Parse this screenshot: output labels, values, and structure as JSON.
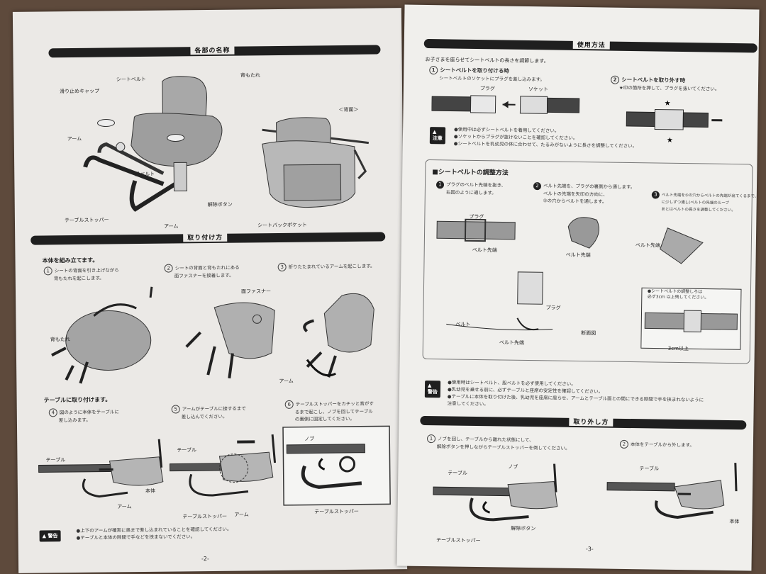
{
  "left": {
    "sections": {
      "parts": "各部の名称",
      "install": "取り付け方"
    },
    "parts_labels": {
      "slip_cap": "滑り止めキャップ",
      "seat_belt": "シートベルト",
      "backrest": "背もたれ",
      "back_view": "＜背面＞",
      "arm1": "アーム",
      "crotch_belt": "股ベルト",
      "release_button": "解除ボタン",
      "table_stopper": "テーブルストッパー",
      "arm2": "アーム",
      "seat_back_pocket": "シートバックポケット"
    },
    "assemble_title": "本体を組み立てます。",
    "steps": [
      {
        "num": "1",
        "text1": "シートの背面を引き上げながら",
        "text2": "背もたれを起こします。"
      },
      {
        "num": "2",
        "text1": "シートの背面と背もたれにある",
        "text2": "面ファスナーを接着します。"
      },
      {
        "num": "3",
        "text1": "折りたたまれているアームを起こします。",
        "text2": ""
      }
    ],
    "assemble_labels": {
      "backrest": "背もたれ",
      "fastener": "面ファスナー",
      "arm": "アーム"
    },
    "attach_title": "テーブルに取り付けます。",
    "attach_steps": [
      {
        "num": "4",
        "text1": "図のように本体をテーブルに",
        "text2": "差し込みます。"
      },
      {
        "num": "5",
        "text1": "アームがテーブルに接するまで",
        "text2": "差し込んでください。"
      },
      {
        "num": "6",
        "text1": "テーブルストッパーをカチッと音がす",
        "text2": "るまで起こし、ノブを回してテーブル",
        "text3": "の裏側に固定してください。"
      }
    ],
    "attach_labels": {
      "table1": "テーブル",
      "arm1": "アーム",
      "body": "本体",
      "table2": "テーブル",
      "stopper1": "テーブルストッパー",
      "arm2": "アーム",
      "knob": "ノブ",
      "stopper2": "テーブルストッパー"
    },
    "warning_label": "警告",
    "warnings": [
      "●上下のアームが確実に奥まで差し込まれていることを確認してください。",
      "●テーブルと本体の隙間で手などを挟まないでください。"
    ],
    "page_number": "-2-"
  },
  "right": {
    "sections": {
      "usage": "使用方法",
      "adjust": "■シートベルトの調整方法",
      "remove": "取り外し方"
    },
    "intro": "お子さまを座らせてシートベルトの長さを調節します。",
    "attach_belt": {
      "num": "1",
      "title": "シートベルトを取り付ける時",
      "text": "シートベルトのソケットにプラグを差し込みます。",
      "plug": "プラグ",
      "socket": "ソケット"
    },
    "detach_belt": {
      "num": "2",
      "title": "シートベルトを取り外す時",
      "text": "★印の箇所を押して、プラグを抜いてください。"
    },
    "caution_label": "注意",
    "cautions": [
      "●使用中は必ずシートベルトを着用してください。",
      "●ソケットからプラグが抜けないことを確認してください。",
      "●シートベルトを乳幼児の体に合わせて、たるみがないように長さを調整してください。"
    ],
    "adjust_steps": [
      {
        "num": "1",
        "text1": "プラグのベルト先端を抜き、",
        "text2": "右図のように通します。"
      },
      {
        "num": "2",
        "text1": "ベルト先端を、プラグの裏側から通します。",
        "text2": "ベルトの先端を矢印の方向に、",
        "text3": "⑤の穴からベルトを通します。"
      },
      {
        "num": "3",
        "text1": "ベルト先端を⑤の穴からベルトの先端が出てくるまで、",
        "text2": "に少しずつ通し(ベルトの先端のループ",
        "text3": "あとはベルトの長さを調整してください。"
      }
    ],
    "adjust_labels": {
      "plug1": "プラグ",
      "belt_tip1": "ベルト先端",
      "belt_tip2": "ベルト先端",
      "belt_tip3": "ベルト先端",
      "plug2": "プラグ",
      "belt": "ベルト",
      "belt_tip4": "ベルト先端",
      "cross_section": "断面図",
      "adjust_note1": "●シートベルトの調整しろは",
      "adjust_note2": "必ず3cm 以上残してください。",
      "three_cm": "3cm以上"
    },
    "warning_label": "警告",
    "warnings": [
      "●使用時はシートベルト、股ベルトを必ず使用してください。",
      "●乳幼児を乗せる前に、必ずテーブルと座席の安定性を確認してください。",
      "●テーブルに本体を取り付けた後、乳幼児を座席に座らせ、アームとテーブル面との間にできる隙間で手を挟まれないように",
      "注意してください。"
    ],
    "remove_steps": [
      {
        "num": "1",
        "text1": "ノブを回し、テーブルから離れた状態にして、",
        "text2": "解除ボタンを押しながらテーブルストッパーを倒してください。"
      },
      {
        "num": "2",
        "text1": "本体をテーブルから外します。",
        "text2": ""
      }
    ],
    "remove_labels": {
      "table1": "テーブル",
      "knob": "ノブ",
      "release": "解除ボタン",
      "stopper": "テーブルストッパー",
      "table2": "テーブル",
      "body": "本体"
    },
    "page_number": "-3-"
  }
}
